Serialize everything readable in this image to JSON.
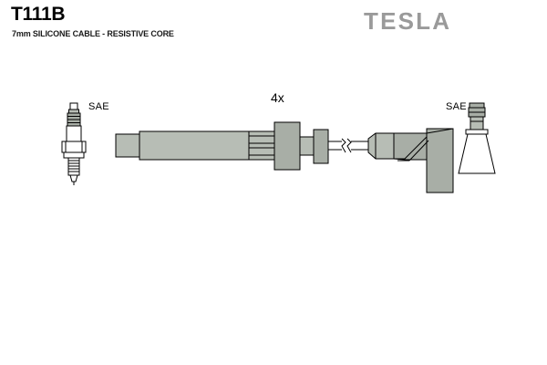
{
  "header": {
    "part_number": "T111B",
    "subtitle": "7mm SILICONE CABLE - RESISTIVE CORE",
    "brand": "TESLA"
  },
  "diagram": {
    "quantity_label": "4x",
    "sae_left_label": "SAE",
    "sae_right_label": "SAE",
    "components": [
      {
        "name": "spark-plug",
        "label": "SAE",
        "position": "left",
        "description": "SAE type spark plug, vertical, threaded body with hex nut and ribbed ceramic insulator"
      },
      {
        "name": "ignition-cable-assembly",
        "label": "4x",
        "position": "center",
        "description": "Silicone ignition lead: straight coil-side boot, cable body, connector block and right-angle plug boot"
      },
      {
        "name": "sae-terminal-boot",
        "label": "SAE",
        "position": "right",
        "description": "SAE terminal boot with ribbed connector top and tapered skirt"
      }
    ]
  },
  "colors": {
    "outline": "#000000",
    "body_gray": "#b7bdb5",
    "body_gray_dark": "#a8aea6",
    "logo_gray": "#9a9a9a",
    "background": "#ffffff"
  }
}
